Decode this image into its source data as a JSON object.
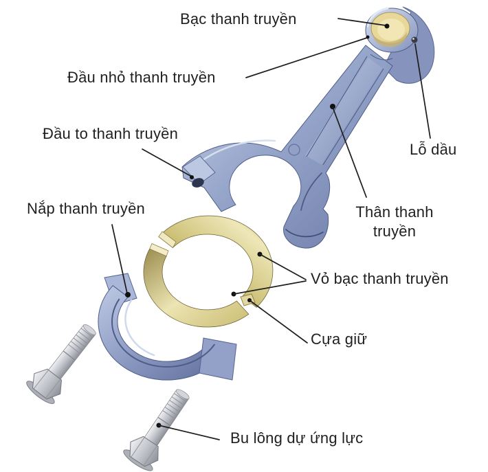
{
  "figure": {
    "type": "exploded-parts-diagram",
    "subject": "connecting rod assembly (thanh truyền)",
    "background": "#ffffff",
    "text_color": "#1f1f1f"
  },
  "labels": {
    "bac": "Bạc thanh truyền",
    "dau_nho": "Đầu nhỏ thanh truyền",
    "dau_to": "Đầu to thanh truyền",
    "nap": "Nắp thanh truyền",
    "lo_dau": "Lỗ dầu",
    "than": "Thân thanh truyền",
    "vo_bac": "Vỏ bạc thanh truyền",
    "cua_giu": "Cựa giữ",
    "bu_long": "Bu lông dự ứng lực"
  },
  "palette": {
    "rod_steel_blue": "#94a3c9",
    "rod_highlight": "#cdd6ec",
    "rod_shadow": "#66759f",
    "bushing_cream": "#e7d89a",
    "bearing_brass_light": "#ece4b2",
    "bearing_brass_dark": "#7e7140",
    "bolt_gray": "#c2c4cb",
    "leader_line": "#1f1f1f"
  }
}
